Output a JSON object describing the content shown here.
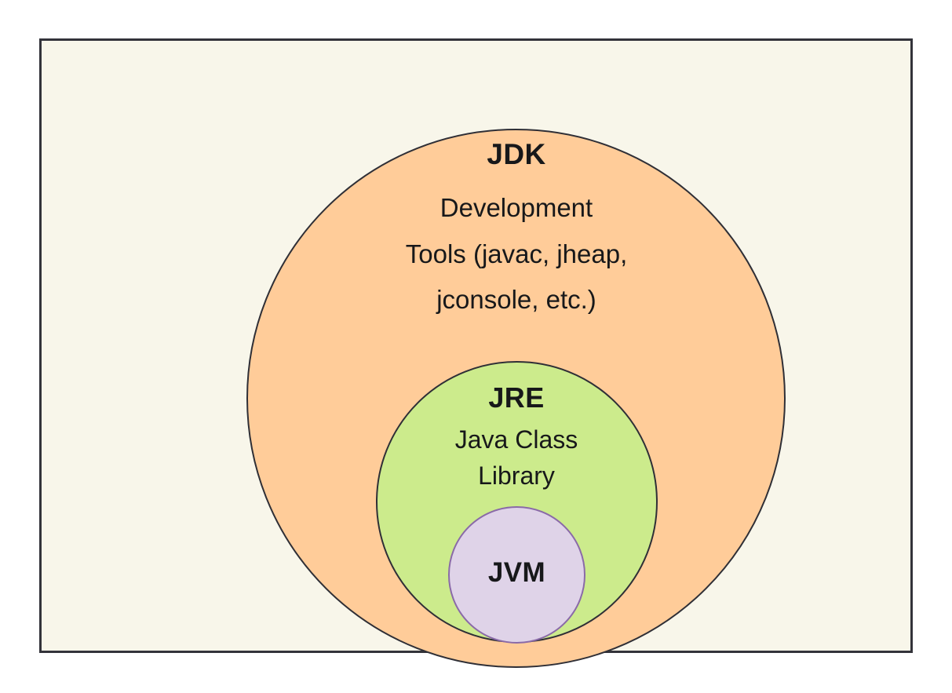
{
  "diagram": {
    "type": "nested-venn",
    "title_visible": false,
    "frame": {
      "background_color": "#f8f6ea",
      "border_color": "#33333a"
    },
    "page_background": "#ffffff",
    "layers": [
      {
        "id": "jdk",
        "title": "JDK",
        "description_lines": [
          "Development",
          "Tools (javac, jheap,",
          "jconsole, etc.)"
        ],
        "fill_color": "#ffcc99",
        "stroke_color": "#2f2f36"
      },
      {
        "id": "jre",
        "title": "JRE",
        "description_lines": [
          "Java Class",
          "Library"
        ],
        "fill_color": "#cceb8c",
        "stroke_color": "#2f2f36"
      },
      {
        "id": "jvm",
        "title": "JVM",
        "description_lines": [],
        "fill_color": "#dfd3e8",
        "stroke_color": "#8a6aa8"
      }
    ]
  }
}
